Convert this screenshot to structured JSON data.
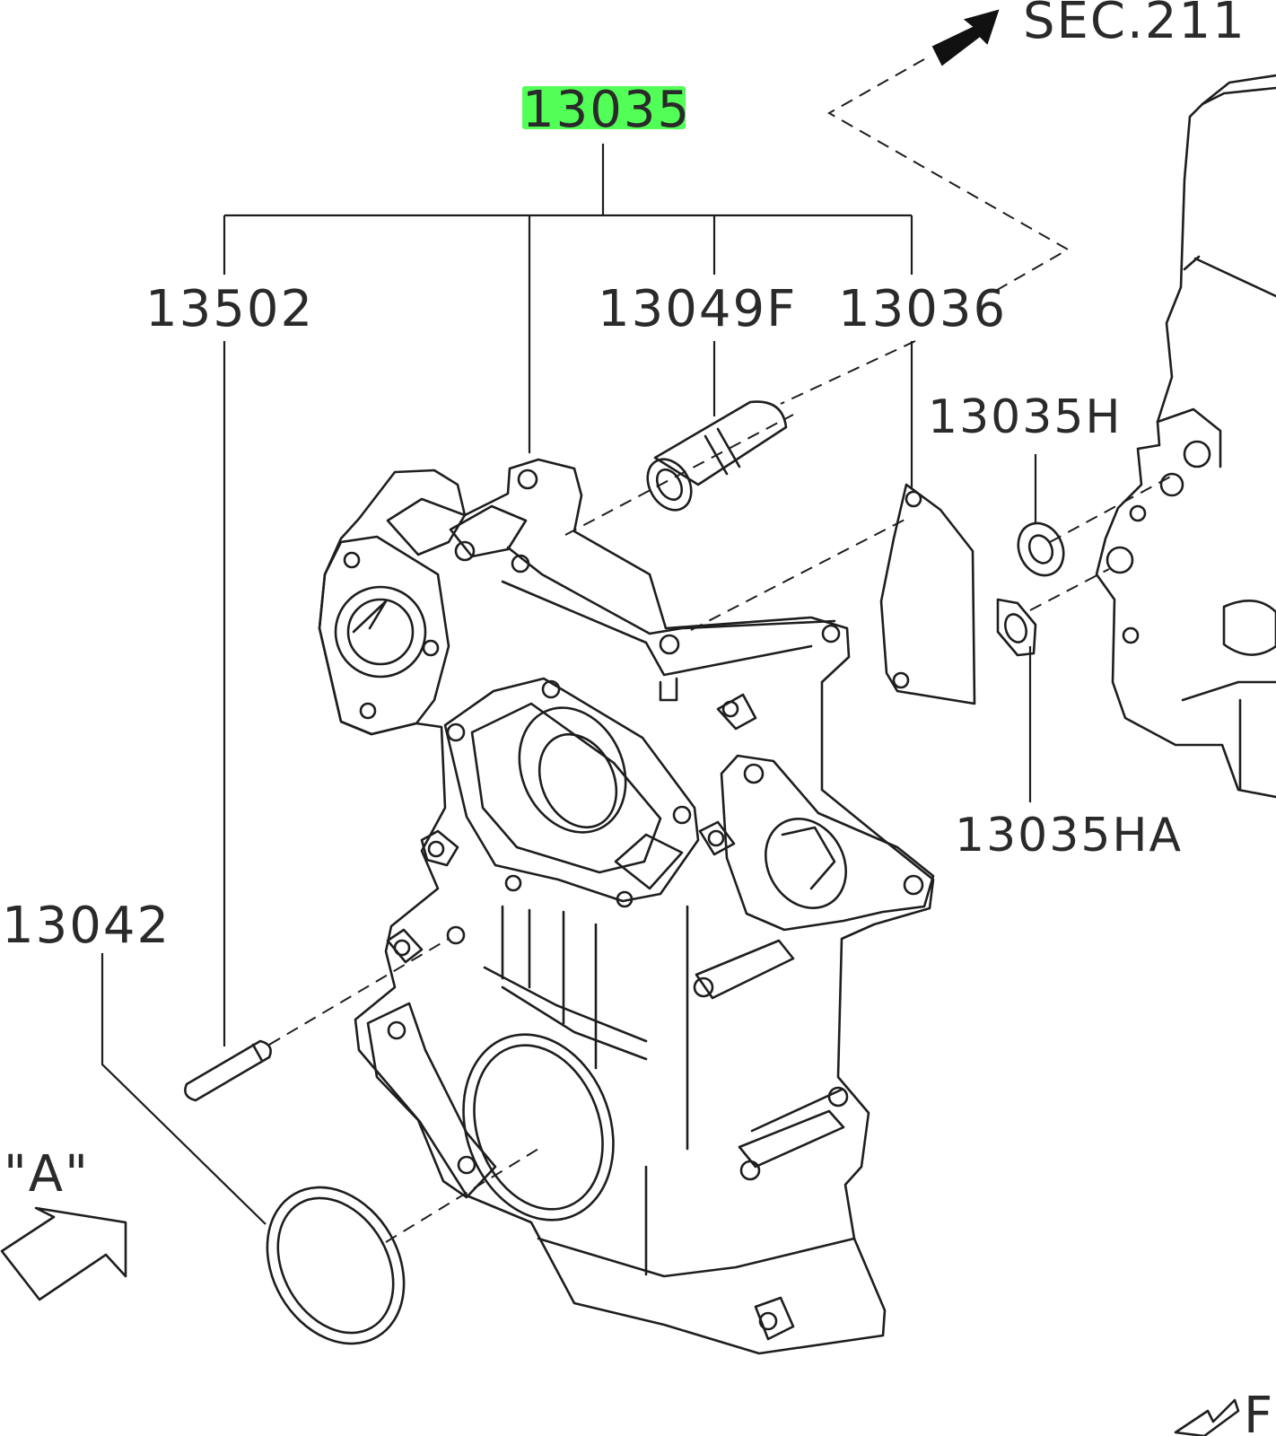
{
  "labels": {
    "main_part": "13035",
    "p13502": "13502",
    "p13049f": "13049F",
    "p13036": "13036",
    "p13035h": "13035H",
    "p13035ha": "13035HA",
    "p13042": "13042",
    "sec_ref": "SEC.211",
    "view_a": "\"A\"",
    "corner_ref": "F"
  },
  "colors": {
    "highlight": "#34ff3a",
    "line": "#1e1e1e",
    "text": "#2a2a2a",
    "background": "#ffffff"
  },
  "icons": {
    "sec_arrow": "arrow-up-right-icon",
    "view_arrow": "hollow-arrow-icon",
    "corner_arrow": "arrow-down-left-icon"
  }
}
